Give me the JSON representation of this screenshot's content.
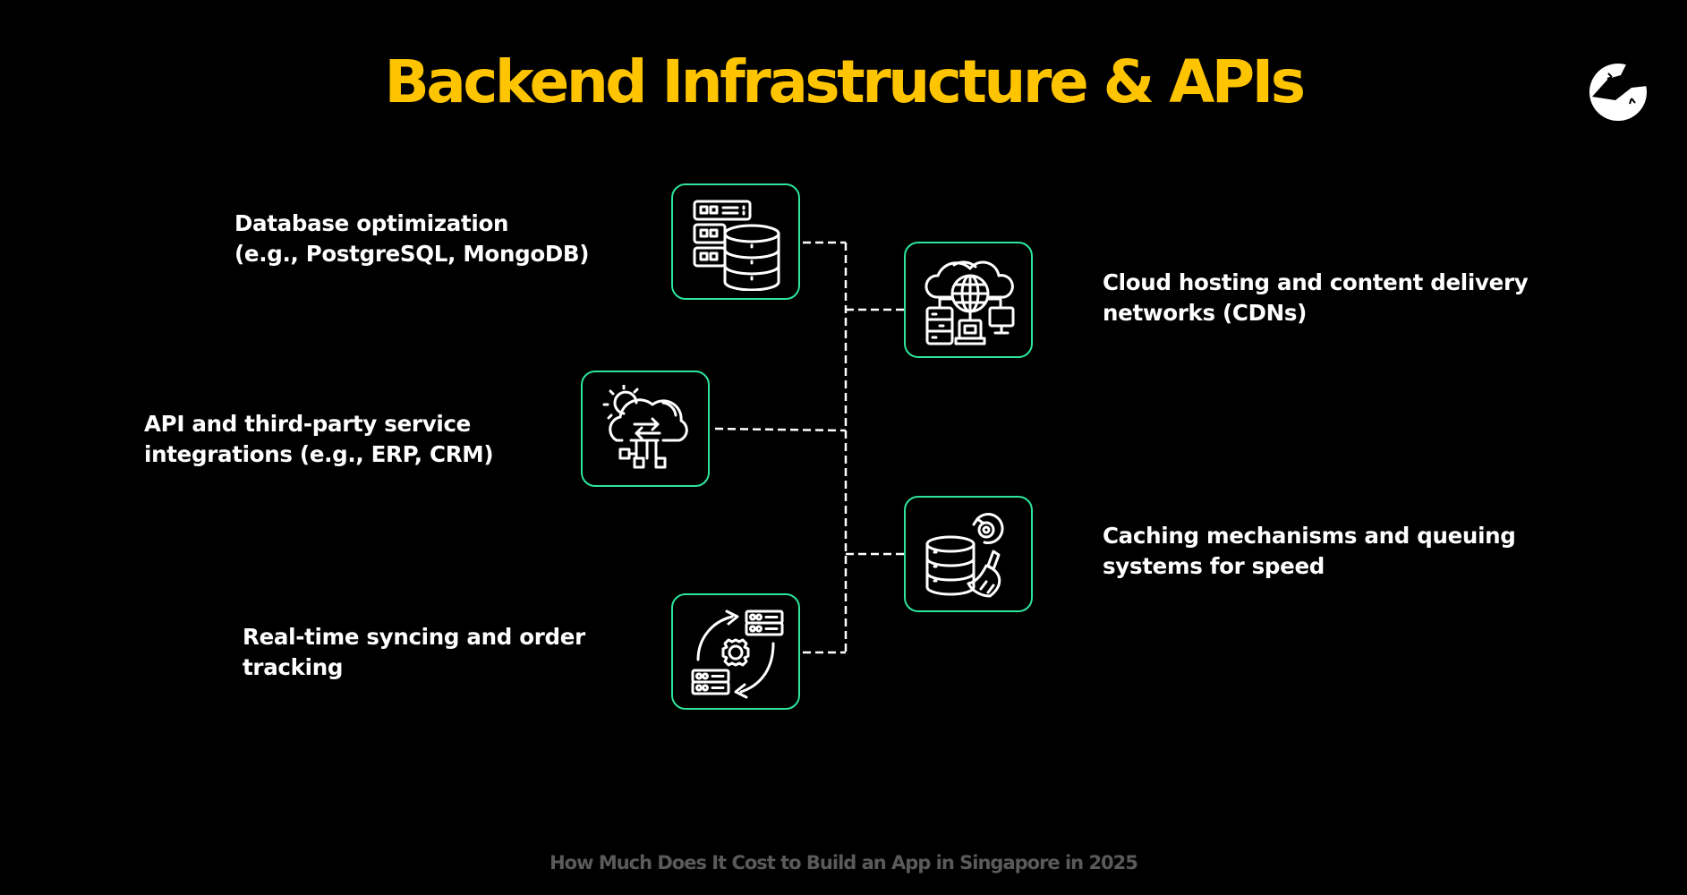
{
  "title": "Backend Infrastructure & APIs",
  "footer": "How Much Does It Cost to Build an App in Singapore in 2025",
  "colors": {
    "title": "#FFC400",
    "box_border": "#2EE59D",
    "background": "#000000",
    "text": "#FFFFFF",
    "footer": "#5A5A5A"
  },
  "logo": {
    "icon": "gecko-logo-icon"
  },
  "items": [
    {
      "id": "database",
      "icon": "database-server-icon",
      "side": "left",
      "lines": [
        "Database optimization",
        "(e.g., PostgreSQL, MongoDB)"
      ]
    },
    {
      "id": "cloud",
      "icon": "cloud-network-icon",
      "side": "right",
      "lines": [
        "Cloud hosting and content delivery",
        "networks (CDNs)"
      ]
    },
    {
      "id": "api",
      "icon": "cloud-integration-icon",
      "side": "left",
      "lines": [
        "API and third-party service",
        "integrations (e.g., ERP, CRM)"
      ]
    },
    {
      "id": "cache",
      "icon": "database-cache-icon",
      "side": "right",
      "lines": [
        "Caching mechanisms and queuing",
        "systems for speed"
      ]
    },
    {
      "id": "sync",
      "icon": "server-sync-icon",
      "side": "left",
      "lines": [
        "Real-time syncing and order",
        "tracking"
      ]
    }
  ]
}
